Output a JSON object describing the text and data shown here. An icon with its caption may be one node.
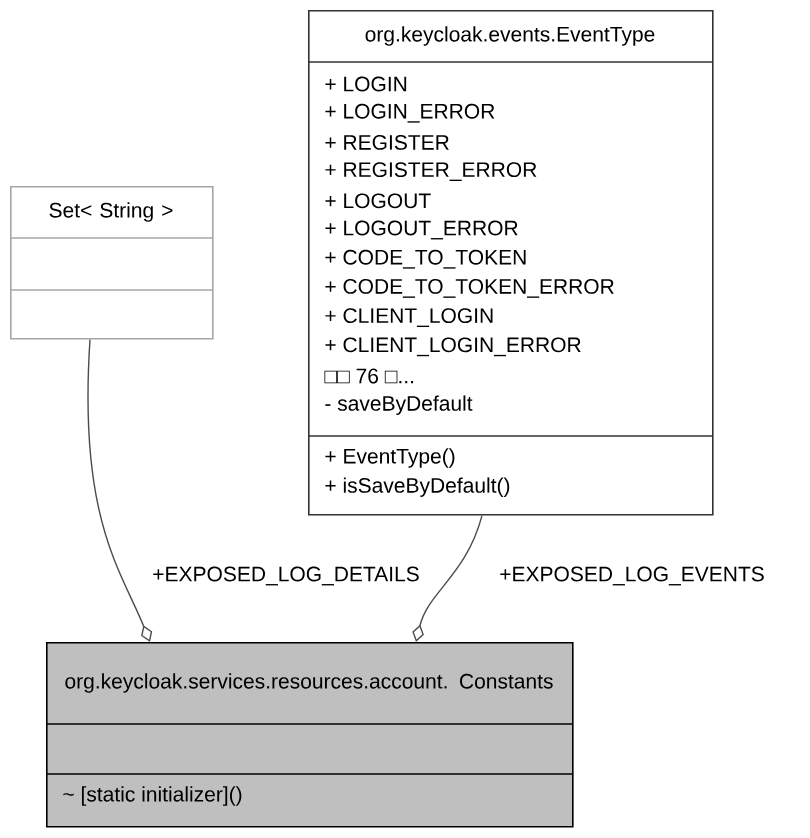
{
  "diagram": {
    "nodes": [
      {
        "text": [
          "Set< String >"
        ]
      },
      {
        "text": [
          "org.keycloak.events.EventType",
          "+ LOGIN",
          "+ LOGIN_ERROR",
          "+ REGISTER",
          "+ REGISTER_ERROR",
          "+ LOGOUT",
          "+ LOGOUT_ERROR",
          "+ CODE_TO_TOKEN",
          "+ CODE_TO_TOKEN_ERROR",
          "+ CLIENT_LOGIN",
          "+ CLIENT_LOGIN_ERROR",
          "□□ 76 □...",
          "- saveByDefault",
          "+ EventType()",
          "+ isSaveByDefault()"
        ]
      },
      {
        "text": [
          "org.keycloak.services.resources.account. Constants",
          "~ [static initializer]()"
        ]
      }
    ],
    "edges": [
      {
        "from": 0,
        "to": 2,
        "arrow": "other",
        "label": "+EXPOSED_LOG_DETAILS"
      },
      {
        "from": 1,
        "to": 2,
        "arrow": "other",
        "label": "+EXPOSED_LOG_EVENTS"
      }
    ]
  }
}
